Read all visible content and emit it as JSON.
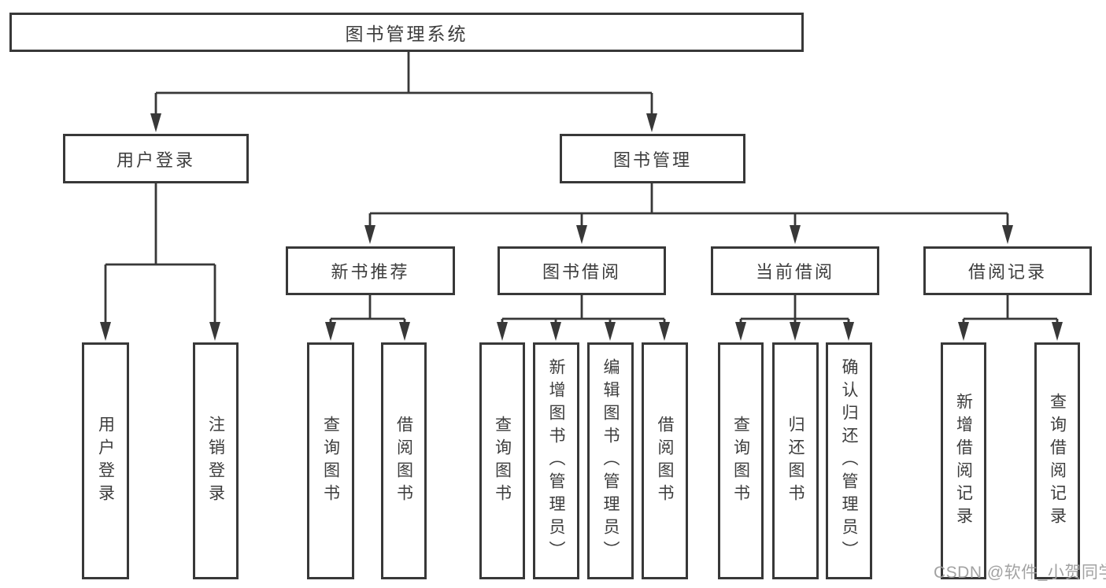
{
  "diagram": {
    "root": {
      "label": "图书管理系统"
    },
    "level2": [
      {
        "id": "user-login",
        "label": "用户登录"
      },
      {
        "id": "book-management",
        "label": "图书管理"
      }
    ],
    "level3": [
      {
        "id": "new-book-recommend",
        "label": "新书推荐"
      },
      {
        "id": "book-borrow",
        "label": "图书借阅"
      },
      {
        "id": "current-borrow",
        "label": "当前借阅"
      },
      {
        "id": "borrow-records",
        "label": "借阅记录"
      }
    ],
    "leaves": {
      "user_login": [
        {
          "label": "用户登录"
        },
        {
          "label": "注销登录"
        }
      ],
      "new_book_recommend": [
        {
          "label": "查询图书"
        },
        {
          "label": "借阅图书"
        }
      ],
      "book_borrow": [
        {
          "label": "查询图书"
        },
        {
          "label": "新增图书（管理员）"
        },
        {
          "label": "编辑图书（管理员）"
        },
        {
          "label": "借阅图书"
        }
      ],
      "current_borrow": [
        {
          "label": "查询图书"
        },
        {
          "label": "归还图书"
        },
        {
          "label": "确认归还（管理员）"
        }
      ],
      "borrow_records": [
        {
          "label": "新增借阅记录"
        },
        {
          "label": "查询借阅记录"
        }
      ]
    }
  },
  "watermark": {
    "text": "CSDN @软件_小贺同学"
  },
  "colors": {
    "line": "#383838",
    "text": "#3d3d3d",
    "watermark": "#9e9e9e",
    "background": "#ffffff"
  }
}
